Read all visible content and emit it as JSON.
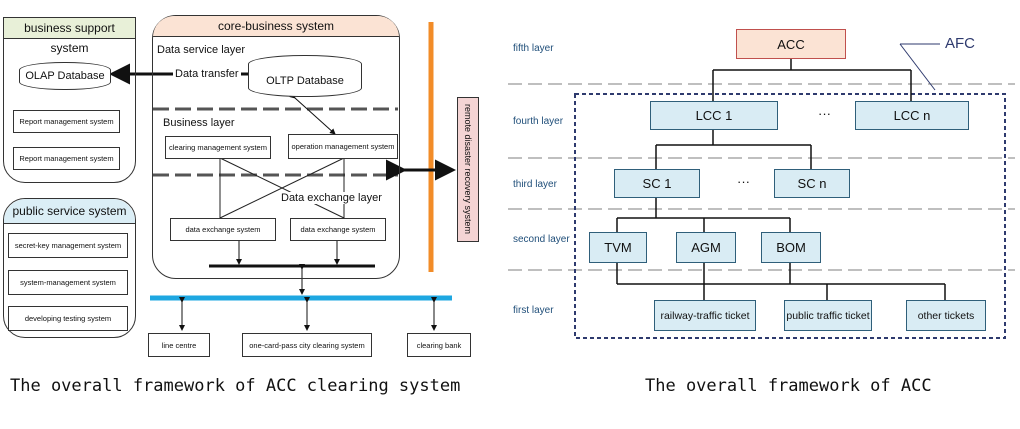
{
  "left_diagram": {
    "business_support": {
      "title": "business support system",
      "olap": "OLAP Database",
      "report1": "Report management system",
      "report2": "Report management system"
    },
    "public_service": {
      "title": "public service system",
      "items": [
        "secret-key management system",
        "system-management system",
        "developing testing system"
      ]
    },
    "core": {
      "title": "core-business system",
      "data_service_layer": "Data service layer",
      "data_transfer": "Data transfer",
      "oltp": "OLTP Database",
      "business_layer": "Business layer",
      "clearing_mgmt": "clearing management system",
      "operation_mgmt": "operation management system",
      "data_exchange_layer": "Data exchange layer",
      "data_exchange_1": "data exchange system",
      "data_exchange_2": "data exchange system"
    },
    "remote": "remote disaster recovery system",
    "bottom": {
      "line_centre": "line centre",
      "city_clearing": "one-card-pass city clearing system",
      "clearing_bank": "clearing bank"
    },
    "caption": "The overall framework of ACC clearing system"
  },
  "right_diagram": {
    "layers": [
      "fifth layer",
      "fourth layer",
      "third layer",
      "second layer",
      "first layer"
    ],
    "acc": "ACC",
    "afc": "AFC",
    "lcc1": "LCC 1",
    "lccn": "LCC n",
    "dots1": "···",
    "sc1": "SC 1",
    "scn": "SC n",
    "dots2": "···",
    "tvm": "TVM",
    "agm": "AGM",
    "bom": "BOM",
    "tickets": [
      "railway-traffic ticket",
      "public traffic ticket",
      "other tickets"
    ],
    "caption": "The overall framework of ACC"
  },
  "colors": {
    "acc_fill": "#fbe3d4",
    "acc_border": "#c0504d",
    "box_fill": "#d9ecf4",
    "afc_border": "#2e3a6e",
    "bus": "#1ea7e1",
    "orange_bar": "#f28c28",
    "remote_fill": "#f4d4d4"
  }
}
